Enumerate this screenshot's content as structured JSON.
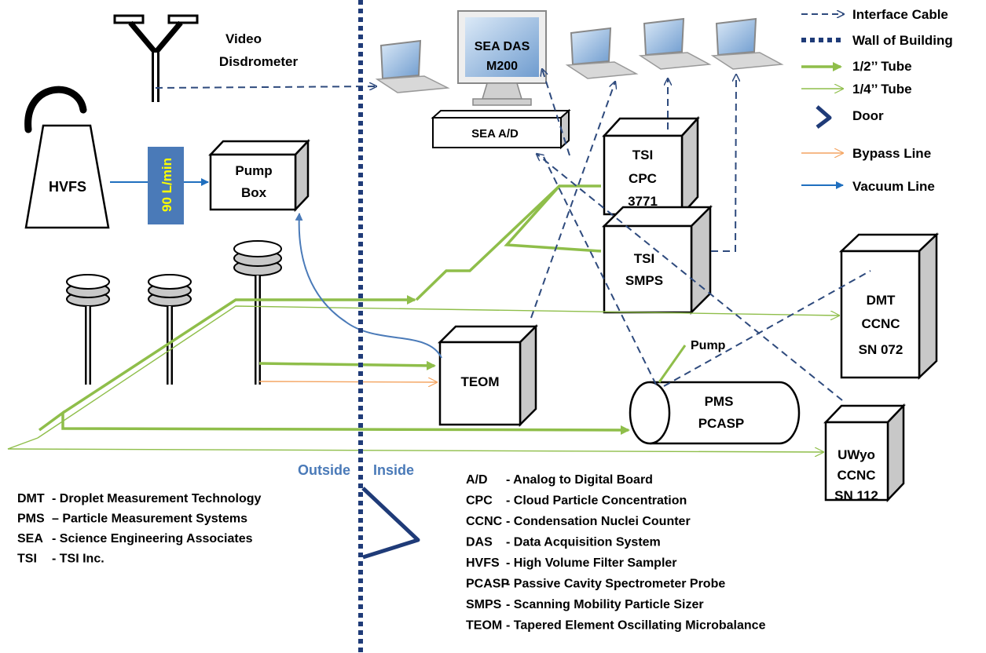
{
  "legend": {
    "interface_cable": "Interface Cable",
    "wall_of_building": "Wall of Building",
    "half_tube": "1/2’’ Tube",
    "quarter_tube": "1/4’’ Tube",
    "door": "Door",
    "bypass_line": "Bypass Line",
    "vacuum_line": "Vacuum Line"
  },
  "colors": {
    "interface_cable": "#2e4a7d",
    "wall": "#1f3b78",
    "tube": "#8fbe4a",
    "bypass": "#f4a460",
    "vacuum": "#1f6fbf",
    "pump_line": "#4a7ab8",
    "flow_badge": "#4a7ab8",
    "flow_text": "#ffff00"
  },
  "instruments": {
    "video_disdrometer": [
      "Video",
      "Disdrometer"
    ],
    "hvfs": "HVFS",
    "flow_rate": "90 L/min",
    "pump_box": [
      "Pump",
      "Box"
    ],
    "sea_das": [
      "SEA DAS",
      "M200"
    ],
    "sea_ad": "SEA A/D",
    "tsi_cpc": [
      "TSI",
      "CPC",
      "3771"
    ],
    "tsi_smps": [
      "TSI",
      "SMPS"
    ],
    "dmt_ccnc": [
      "DMT",
      "CCNC",
      "SN 072"
    ],
    "teom": "TEOM",
    "pump": "Pump",
    "pms_pcasp": [
      "PMS",
      "PCASP"
    ],
    "uwyo_ccnc": [
      "UWyo",
      "CCNC",
      "SN 112"
    ]
  },
  "sides": {
    "outside": "Outside",
    "inside": "Inside"
  },
  "manufacturers": [
    {
      "abbr": "DMT",
      "desc": "- Droplet Measurement Technology"
    },
    {
      "abbr": "PMS",
      "desc": "– Particle Measurement Systems"
    },
    {
      "abbr": "SEA",
      "desc": "- Science Engineering Associates"
    },
    {
      "abbr": "TSI",
      "desc": "- TSI Inc."
    }
  ],
  "abbreviations": [
    {
      "abbr": "A/D",
      "desc": "- Analog to Digital Board"
    },
    {
      "abbr": "CPC",
      "desc": "- Cloud Particle Concentration"
    },
    {
      "abbr": "CCNC",
      "desc": "- Condensation Nuclei Counter"
    },
    {
      "abbr": "DAS",
      "desc": "- Data Acquisition System"
    },
    {
      "abbr": "HVFS",
      "desc": "- High Volume Filter Sampler"
    },
    {
      "abbr": "PCASP",
      "desc": "- Passive Cavity Spectrometer Probe"
    },
    {
      "abbr": "SMPS",
      "desc": "- Scanning Mobility Particle Sizer"
    },
    {
      "abbr": "TEOM",
      "desc": "- Tapered Element Oscillating Microbalance"
    }
  ]
}
